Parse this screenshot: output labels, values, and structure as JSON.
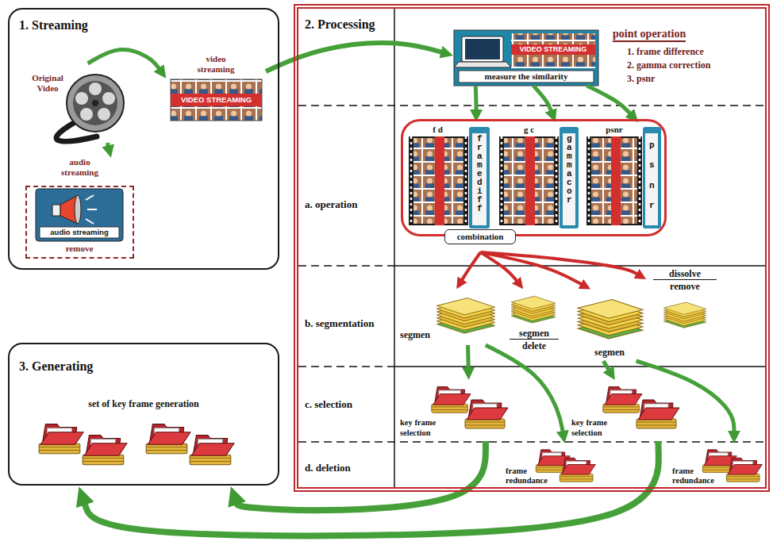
{
  "diagram": {
    "nodes": [
      {
        "text": [
          "1. Streaming"
        ]
      },
      {
        "text": [
          "Original Video"
        ],
        "in": 0
      },
      {
        "text": [
          "video streaming",
          "VIDEO STREAMING"
        ],
        "in": 0
      },
      {
        "text": [
          "audio streaming",
          "audio streaming",
          "remove"
        ],
        "in": 0
      },
      {
        "text": [
          "2. Processing"
        ]
      },
      {
        "text": [
          "VIDEO STREAMING",
          "measure the similarity"
        ],
        "in": 4
      },
      {
        "text": [
          "combination"
        ],
        "in": 4
      },
      {
        "text": [
          "f d",
          "frame diff"
        ],
        "in": 6
      },
      {
        "text": [
          "g c",
          "gamma cor"
        ],
        "in": 6
      },
      {
        "text": [
          "psnr",
          "psnr"
        ],
        "in": 6
      },
      {
        "text": [
          "segmen"
        ],
        "in": 4
      },
      {
        "text": [
          "segmen",
          "delete"
        ],
        "in": 4
      },
      {
        "text": [
          "segmen"
        ],
        "in": 4
      },
      {
        "text": [
          "dissolve",
          "remove"
        ],
        "in": 4
      },
      {
        "text": [
          "key frame selection"
        ],
        "in": 4
      },
      {
        "text": [
          "key frame selection"
        ],
        "in": 4
      },
      {
        "text": [
          "frame redundance"
        ],
        "in": 4
      },
      {
        "text": [
          "frame redundance"
        ],
        "in": 4
      },
      {
        "text": [
          "3. Generating",
          "set of key frame generation"
        ]
      }
    ],
    "edges": [
      {
        "from": 1,
        "to": 2,
        "arrow": "to"
      },
      {
        "from": 1,
        "to": 3,
        "arrow": "to"
      },
      {
        "from": 2,
        "to": 5,
        "arrow": "to"
      },
      {
        "from": 5,
        "to": 7,
        "arrow": "to"
      },
      {
        "from": 5,
        "to": 8,
        "arrow": "to"
      },
      {
        "from": 5,
        "to": 9,
        "arrow": "to"
      },
      {
        "from": 6,
        "to": 10,
        "arrow": "to"
      },
      {
        "from": 6,
        "to": 11,
        "arrow": "to"
      },
      {
        "from": 6,
        "to": 12,
        "arrow": "to"
      },
      {
        "from": 6,
        "to": 13,
        "arrow": "to"
      },
      {
        "from": 10,
        "to": 14,
        "arrow": "to"
      },
      {
        "from": 10,
        "to": 16,
        "arrow": "to"
      },
      {
        "from": 12,
        "to": 15,
        "arrow": "to"
      },
      {
        "from": 12,
        "to": 17,
        "arrow": "to"
      },
      {
        "from": 14,
        "to": 18,
        "arrow": "to"
      },
      {
        "from": 15,
        "to": 18,
        "arrow": "to"
      }
    ],
    "labels": [
      "point operation",
      "1. frame difference",
      "2. gamma correction",
      "3. psnr",
      "a. operation",
      "b. segmentation",
      "c. selection",
      "d. deletion"
    ]
  }
}
